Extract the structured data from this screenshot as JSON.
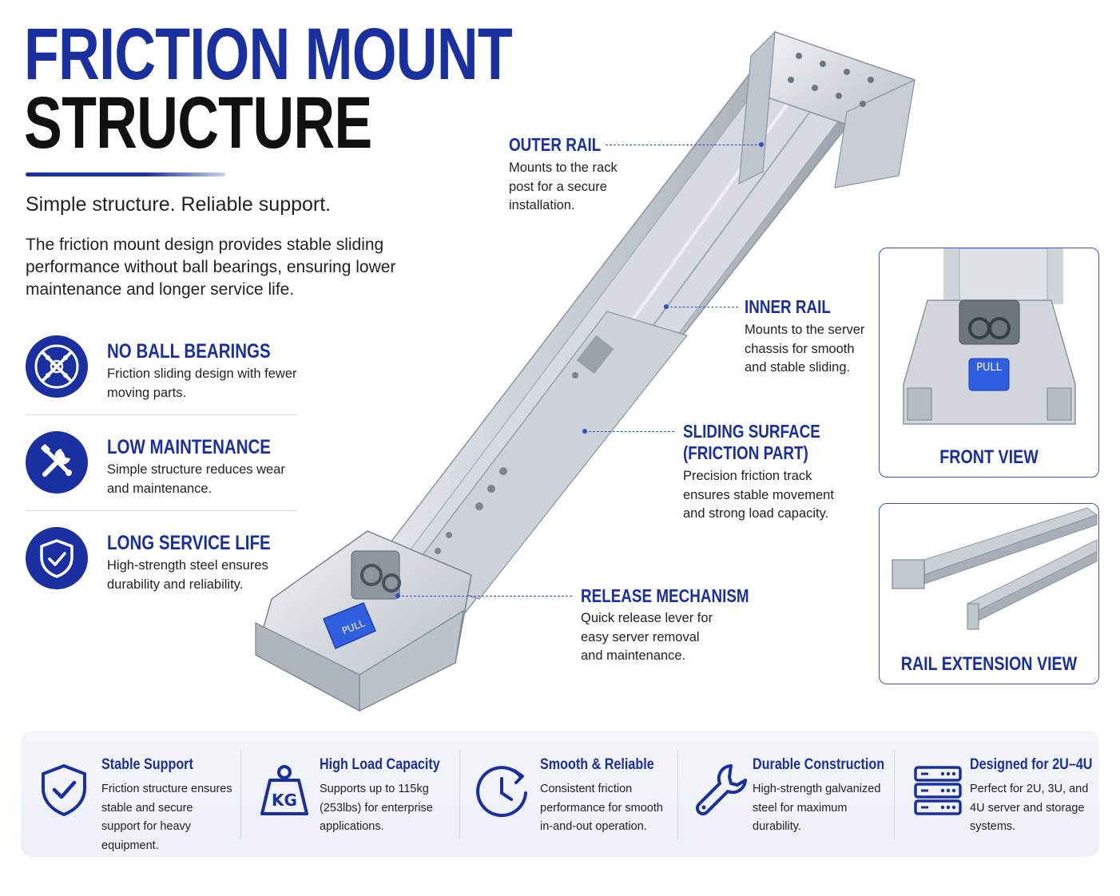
{
  "title": {
    "line1": "FRICTION MOUNT",
    "line2": "STRUCTURE"
  },
  "tagline": "Simple structure. Reliable support.",
  "intro": "The friction mount design provides stable sliding performance without ball bearings, ensuring lower maintenance and longer service life.",
  "features": [
    {
      "icon": "no-ball-bearings-icon",
      "title": "NO BALL BEARINGS",
      "text": "Friction sliding design with fewer moving parts."
    },
    {
      "icon": "tools-icon",
      "title": "LOW MAINTENANCE",
      "text": "Simple structure reduces wear and maintenance."
    },
    {
      "icon": "shield-check-icon",
      "title": "LONG SERVICE LIFE",
      "text": "High-strength steel ensures durability and reliability."
    }
  ],
  "callouts": {
    "outer_rail": {
      "title": "OUTER RAIL",
      "text": "Mounts to the rack post for a secure installation."
    },
    "inner_rail": {
      "title": "INNER RAIL",
      "text": "Mounts to the server chassis for smooth and stable sliding."
    },
    "sliding_surface": {
      "title_line1": "SLIDING SURFACE",
      "title_line2": "(FRICTION PART)",
      "text": "Precision friction track ensures stable movement and strong load capacity."
    },
    "release_mechanism": {
      "title": "RELEASE MECHANISM",
      "text": "Quick release lever for easy server removal and maintenance."
    }
  },
  "lever_label": "PULL",
  "panels": {
    "front_view": "FRONT VIEW",
    "rail_extension_view": "RAIL EXTENSION VIEW"
  },
  "bottom": [
    {
      "icon": "shield-check-icon",
      "title": "Stable Support",
      "text": "Friction structure ensures stable and secure support for heavy equipment."
    },
    {
      "icon": "kg-weight-icon",
      "icon_text": "KG",
      "title": "High Load Capacity",
      "text": "Supports up to 115kg (253lbs) for enterprise applications."
    },
    {
      "icon": "clock-icon",
      "title": "Smooth & Reliable",
      "text": "Consistent friction performance for smooth in-and-out operation."
    },
    {
      "icon": "wrench-icon",
      "title": "Durable Construction",
      "text": "High-strength galvanized steel for maximum durability."
    },
    {
      "icon": "server-rack-icon",
      "title": "Designed for 2U–4U",
      "text": "Perfect for 2U, 3U, and 4U server and storage systems."
    }
  ],
  "colors": {
    "brand_blue": "#1a2fa0",
    "accent_blue": "#2b4fd0",
    "lever_blue": "#2f5fe0",
    "steel": "#c9ced6",
    "steel_dark": "#8d949e"
  }
}
